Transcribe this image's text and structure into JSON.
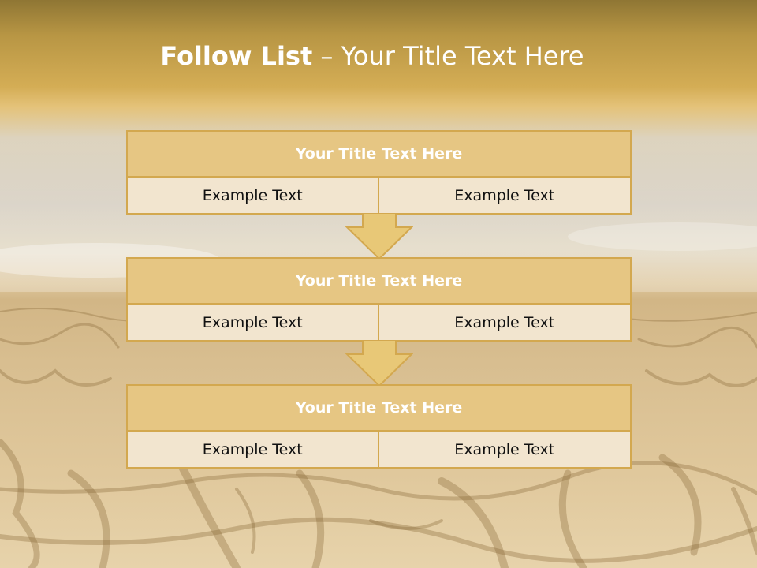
{
  "slide": {
    "title_bold": "Follow List",
    "title_rest": " – Your Title Text Here",
    "blocks": [
      {
        "title": "Your Title Text Here",
        "left": "Example Text",
        "right": "Example Text"
      },
      {
        "title": "Your Title Text Here",
        "left": "Example Text",
        "right": "Example Text"
      },
      {
        "title": "Your Title Text Here",
        "left": "Example Text",
        "right": "Example Text"
      }
    ]
  },
  "colors": {
    "header_fill": "#e6c683",
    "row_fill": "#f2e5cf",
    "border": "#d3a84f",
    "arrow_fill": "#e8c877",
    "title_text": "#ffffff"
  },
  "background": "sunset sky over cracked dry earth"
}
